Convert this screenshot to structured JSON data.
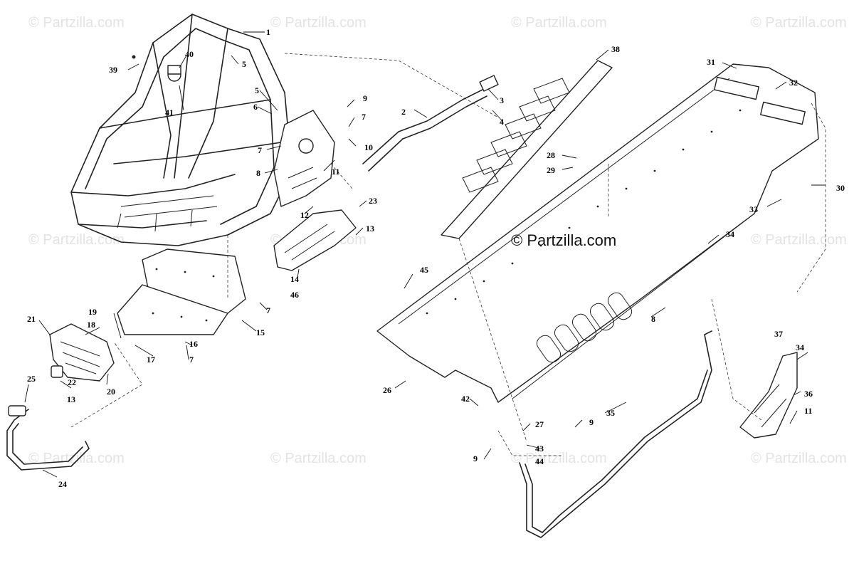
{
  "watermarks": {
    "text": "© Partzilla.com",
    "center_text": "© Partzilla.com"
  },
  "callouts": [
    {
      "id": "c1",
      "label": "1"
    },
    {
      "id": "c2",
      "label": "2"
    },
    {
      "id": "c3",
      "label": "3"
    },
    {
      "id": "c4",
      "label": "4"
    },
    {
      "id": "c5a",
      "label": "5"
    },
    {
      "id": "c5b",
      "label": "5"
    },
    {
      "id": "c6",
      "label": "6"
    },
    {
      "id": "c7a",
      "label": "7"
    },
    {
      "id": "c7b",
      "label": "7"
    },
    {
      "id": "c7c",
      "label": "7"
    },
    {
      "id": "c7d",
      "label": "7"
    },
    {
      "id": "c8a",
      "label": "8"
    },
    {
      "id": "c8b",
      "label": "8"
    },
    {
      "id": "c9a",
      "label": "9"
    },
    {
      "id": "c9b",
      "label": "9"
    },
    {
      "id": "c9c",
      "label": "9"
    },
    {
      "id": "c10",
      "label": "10"
    },
    {
      "id": "c11a",
      "label": "11"
    },
    {
      "id": "c11b",
      "label": "11"
    },
    {
      "id": "c12",
      "label": "12"
    },
    {
      "id": "c13a",
      "label": "13"
    },
    {
      "id": "c13b",
      "label": "13"
    },
    {
      "id": "c14",
      "label": "14"
    },
    {
      "id": "c15",
      "label": "15"
    },
    {
      "id": "c16",
      "label": "16"
    },
    {
      "id": "c17",
      "label": "17"
    },
    {
      "id": "c18",
      "label": "18"
    },
    {
      "id": "c19",
      "label": "19"
    },
    {
      "id": "c20",
      "label": "20"
    },
    {
      "id": "c21",
      "label": "21"
    },
    {
      "id": "c22",
      "label": "22"
    },
    {
      "id": "c23",
      "label": "23"
    },
    {
      "id": "c24",
      "label": "24"
    },
    {
      "id": "c25",
      "label": "25"
    },
    {
      "id": "c26",
      "label": "26"
    },
    {
      "id": "c27",
      "label": "27"
    },
    {
      "id": "c28",
      "label": "28"
    },
    {
      "id": "c29",
      "label": "29"
    },
    {
      "id": "c30",
      "label": "30"
    },
    {
      "id": "c31",
      "label": "31"
    },
    {
      "id": "c32",
      "label": "32"
    },
    {
      "id": "c33",
      "label": "33"
    },
    {
      "id": "c34a",
      "label": "34"
    },
    {
      "id": "c34b",
      "label": "34"
    },
    {
      "id": "c35",
      "label": "35"
    },
    {
      "id": "c36",
      "label": "36"
    },
    {
      "id": "c37",
      "label": "37"
    },
    {
      "id": "c38",
      "label": "38"
    },
    {
      "id": "c39",
      "label": "39"
    },
    {
      "id": "c40",
      "label": "40"
    },
    {
      "id": "c41",
      "label": "41"
    },
    {
      "id": "c42",
      "label": "42"
    },
    {
      "id": "c43",
      "label": "43"
    },
    {
      "id": "c44",
      "label": "44"
    },
    {
      "id": "c45",
      "label": "45"
    },
    {
      "id": "c46",
      "label": "46"
    }
  ]
}
